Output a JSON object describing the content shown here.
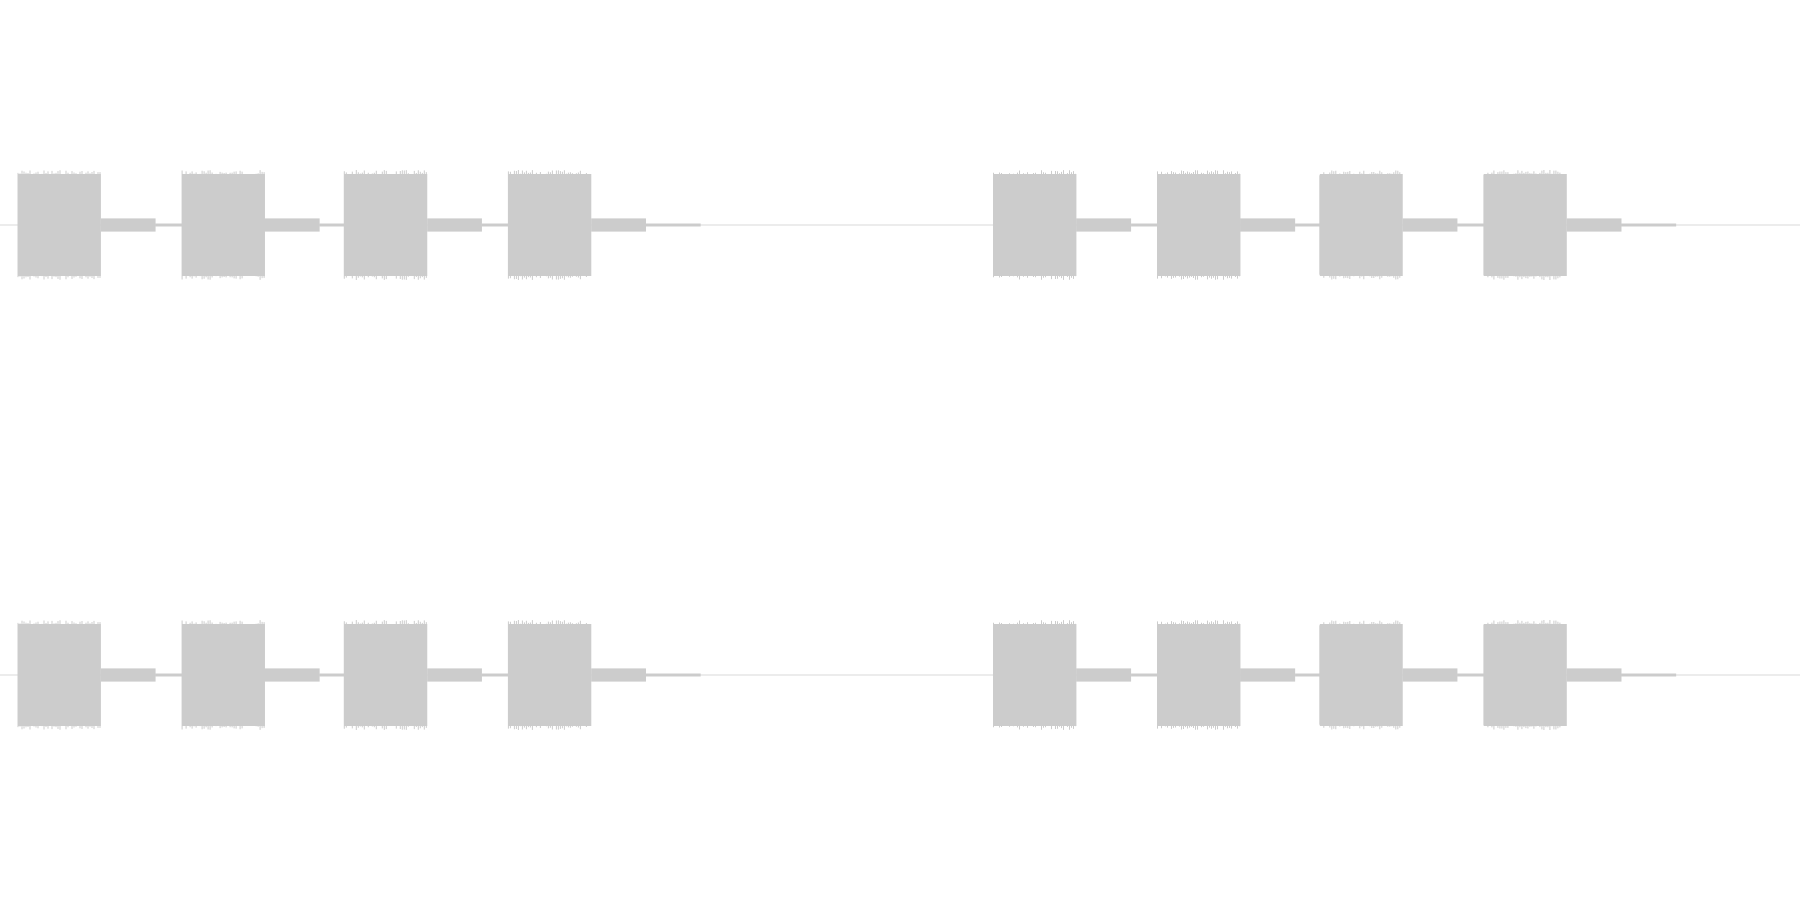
{
  "waveform": {
    "color": "#cccccc",
    "baseline_color": "#d9d9d9",
    "background": "#ffffff",
    "channel_count": 2,
    "duration_fraction_shown": 1.0,
    "groups": [
      {
        "start": 0.0,
        "end": 0.5,
        "beeps": [
          {
            "start": 0.0,
            "end": 0.047,
            "amplitude": 1.0,
            "tail_end": 0.078,
            "tail_amplitude": 0.12
          },
          {
            "start": 0.093,
            "end": 0.14,
            "amplitude": 1.0,
            "tail_end": 0.171,
            "tail_amplitude": 0.12
          },
          {
            "start": 0.185,
            "end": 0.232,
            "amplitude": 1.0,
            "tail_end": 0.263,
            "tail_amplitude": 0.12
          },
          {
            "start": 0.278,
            "end": 0.325,
            "amplitude": 1.0,
            "tail_end": 0.356,
            "tail_amplitude": 0.12
          }
        ],
        "fade_end": 0.387
      },
      {
        "start": 0.55,
        "end": 1.0,
        "beeps": [
          {
            "start": 0.553,
            "end": 0.6,
            "amplitude": 1.0,
            "tail_end": 0.631,
            "tail_amplitude": 0.12
          },
          {
            "start": 0.646,
            "end": 0.693,
            "amplitude": 1.0,
            "tail_end": 0.724,
            "tail_amplitude": 0.12
          },
          {
            "start": 0.738,
            "end": 0.785,
            "amplitude": 1.0,
            "tail_end": 0.816,
            "tail_amplitude": 0.12
          },
          {
            "start": 0.831,
            "end": 0.878,
            "amplitude": 1.0,
            "tail_end": 0.909,
            "tail_amplitude": 0.12
          }
        ],
        "fade_end": 0.94
      }
    ]
  }
}
